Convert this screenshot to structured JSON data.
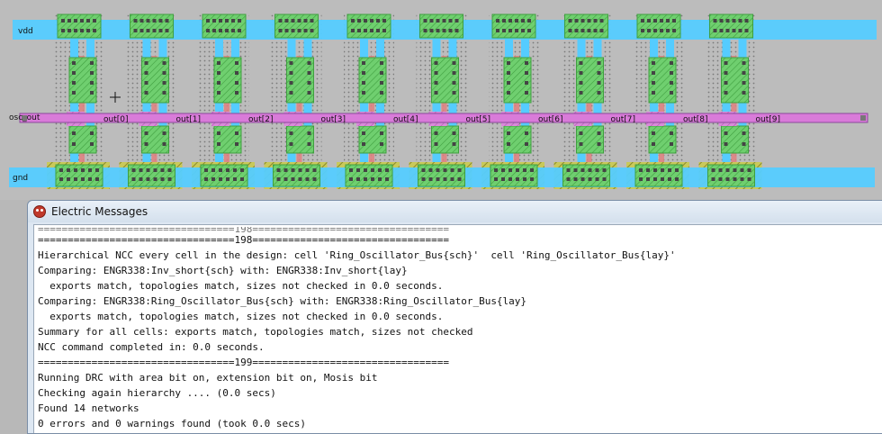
{
  "layout": {
    "power_label": "vdd",
    "ground_label": "gnd",
    "output_label": "osc_out",
    "stage_labels": [
      "out[0]",
      "out[1]",
      "out[2]",
      "out[3]",
      "out[4]",
      "out[5]",
      "out[6]",
      "out[7]",
      "out[8]",
      "out[9]"
    ],
    "stage_count": 10,
    "colors": {
      "background": "#bcbcbc",
      "metal1": "#55ccff",
      "metal2": "#d97bd9",
      "active": "#66cc66",
      "nselect": "#d0d060",
      "poly": "#e08080",
      "contact": "#444444",
      "well_dots": "#888888"
    }
  },
  "messages": {
    "window_title": "Electric Messages",
    "icon": "electric-app-icon",
    "partial_line": "=================================198=================================",
    "lines": [
      "=================================198=================================",
      "Hierarchical NCC every cell in the design: cell 'Ring_Oscillator_Bus{sch}'  cell 'Ring_Oscillator_Bus{lay}'",
      "Comparing: ENGR338:Inv_short{sch} with: ENGR338:Inv_short{lay}",
      "  exports match, topologies match, sizes not checked in 0.0 seconds.",
      "Comparing: ENGR338:Ring_Oscillator_Bus{sch} with: ENGR338:Ring_Oscillator_Bus{lay}",
      "  exports match, topologies match, sizes not checked in 0.0 seconds.",
      "Summary for all cells: exports match, topologies match, sizes not checked",
      "NCC command completed in: 0.0 seconds.",
      "=================================199=================================",
      "Running DRC with area bit on, extension bit on, Mosis bit",
      "Checking again hierarchy .... (0.0 secs)",
      "Found 14 networks",
      "0 errors and 0 warnings found (took 0.0 secs)"
    ]
  }
}
